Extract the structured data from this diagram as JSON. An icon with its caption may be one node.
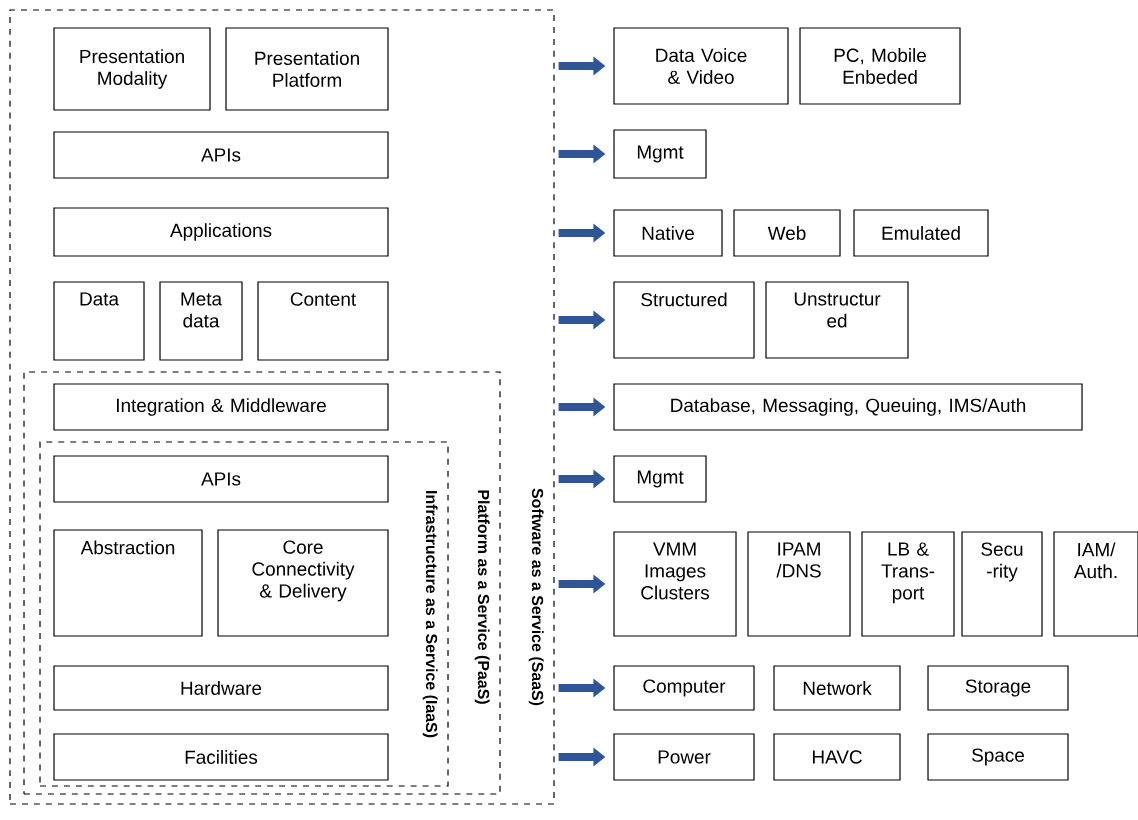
{
  "diagram": {
    "nodes": [
      {
        "text": [
          "Software as a Service (SaaS)"
        ]
      },
      {
        "text": [
          "Presentation Modality"
        ],
        "in": 0
      },
      {
        "text": [
          "Presentation Platform"
        ],
        "in": 0
      },
      {
        "text": [
          "APIs"
        ],
        "in": 0
      },
      {
        "text": [
          "Applications"
        ],
        "in": 0
      },
      {
        "text": [
          "Data"
        ],
        "in": 0
      },
      {
        "text": [
          "Meta data"
        ],
        "in": 0
      },
      {
        "text": [
          "Content"
        ],
        "in": 0
      },
      {
        "text": [
          "Platform as a Service (PaaS)"
        ],
        "in": 0
      },
      {
        "text": [
          "Integration & Middleware"
        ],
        "in": 8
      },
      {
        "text": [
          "Infrastructure as a Service (IaaS)"
        ],
        "in": 8
      },
      {
        "text": [
          "APIs"
        ],
        "in": 10
      },
      {
        "text": [
          "Abstraction"
        ],
        "in": 10
      },
      {
        "text": [
          "Core Connectivity & Delivery"
        ],
        "in": 10
      },
      {
        "text": [
          "Hardware"
        ],
        "in": 10
      },
      {
        "text": [
          "Facilities"
        ],
        "in": 10
      },
      {
        "text": [
          "Data Voice & Video"
        ]
      },
      {
        "text": [
          "PC, Mobile Enbeded"
        ]
      },
      {
        "text": [
          "Mgmt"
        ]
      },
      {
        "text": [
          "Native"
        ]
      },
      {
        "text": [
          "Web"
        ]
      },
      {
        "text": [
          "Emulated"
        ]
      },
      {
        "text": [
          "Structured"
        ]
      },
      {
        "text": [
          "Unstructur ed"
        ]
      },
      {
        "text": [
          "Database, Messaging, Queuing, IMS/Auth"
        ]
      },
      {
        "text": [
          "Mgmt"
        ]
      },
      {
        "text": [
          "VMM Images Clusters"
        ]
      },
      {
        "text": [
          "IPAM /DNS"
        ]
      },
      {
        "text": [
          "LB & Trans- port"
        ]
      },
      {
        "text": [
          "Secu -rity"
        ]
      },
      {
        "text": [
          "IAM/ Auth."
        ]
      },
      {
        "text": [
          "Computer"
        ]
      },
      {
        "text": [
          "Network"
        ]
      },
      {
        "text": [
          "Storage"
        ]
      },
      {
        "text": [
          "Power"
        ]
      },
      {
        "text": [
          "HAVC"
        ]
      },
      {
        "text": [
          "Space"
        ]
      }
    ],
    "edges": [
      {
        "from": 0,
        "to": 16,
        "arrow": "to"
      },
      {
        "from": 0,
        "to": 18,
        "arrow": "to"
      },
      {
        "from": 0,
        "to": 19,
        "arrow": "to"
      },
      {
        "from": 0,
        "to": 22,
        "arrow": "to"
      },
      {
        "from": 0,
        "to": 24,
        "arrow": "to"
      },
      {
        "from": 0,
        "to": 25,
        "arrow": "to"
      },
      {
        "from": 0,
        "to": 26,
        "arrow": "to"
      },
      {
        "from": 0,
        "to": 31,
        "arrow": "to"
      },
      {
        "from": 0,
        "to": 34,
        "arrow": "to"
      }
    ]
  }
}
